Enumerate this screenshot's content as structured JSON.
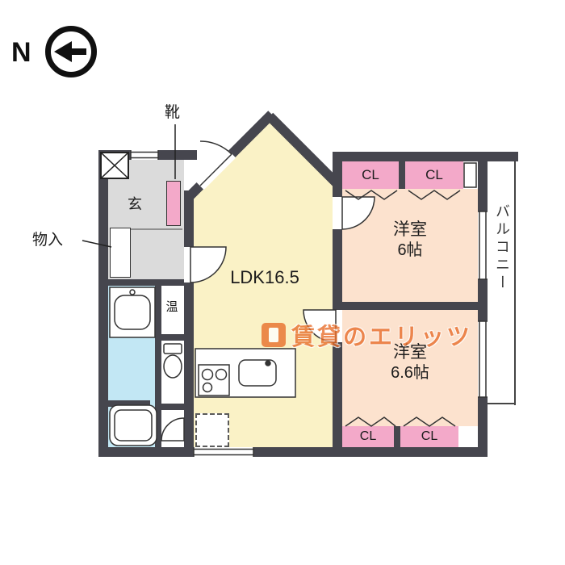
{
  "compass": {
    "label": "N"
  },
  "callouts": {
    "shoes": "靴",
    "storage": "物入"
  },
  "rooms": {
    "entrance": {
      "label": "玄"
    },
    "water_heater": {
      "label": "温"
    },
    "ldk": {
      "label": "LDK16.5"
    },
    "bedroom1": {
      "name": "洋室",
      "size": "6帖"
    },
    "bedroom2": {
      "name": "洋室",
      "size": "6.6帖"
    },
    "balcony": {
      "label": "バルコニー"
    }
  },
  "closets": {
    "top_left": "CL",
    "top_right": "CL",
    "bottom_left": "CL",
    "bottom_right": "CL"
  },
  "watermark": {
    "text": "賃貸のエリッツ"
  },
  "colors": {
    "wall": "#46464e",
    "ldk": "#faf2c6",
    "bedroom": "#fce2ce",
    "closet": "#f3a9c9",
    "bath": "#c2e7f4",
    "hall": "#dbdbdb",
    "watermark": "#e86c28"
  }
}
